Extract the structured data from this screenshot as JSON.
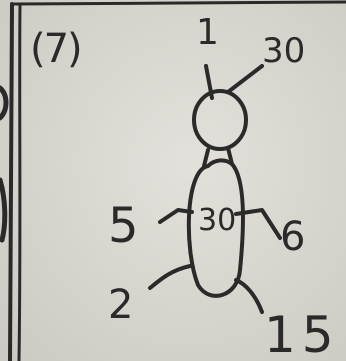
{
  "problem_number": "(7)",
  "labels": {
    "top": "1",
    "top_right": "30",
    "mid_left": "5",
    "center": "30",
    "mid_right": "6",
    "low_left": "2",
    "low_right": "15"
  },
  "colors": {
    "paper": "#dcdad3",
    "ink": "#2a2a2a",
    "page_edge": "#8a8780"
  }
}
